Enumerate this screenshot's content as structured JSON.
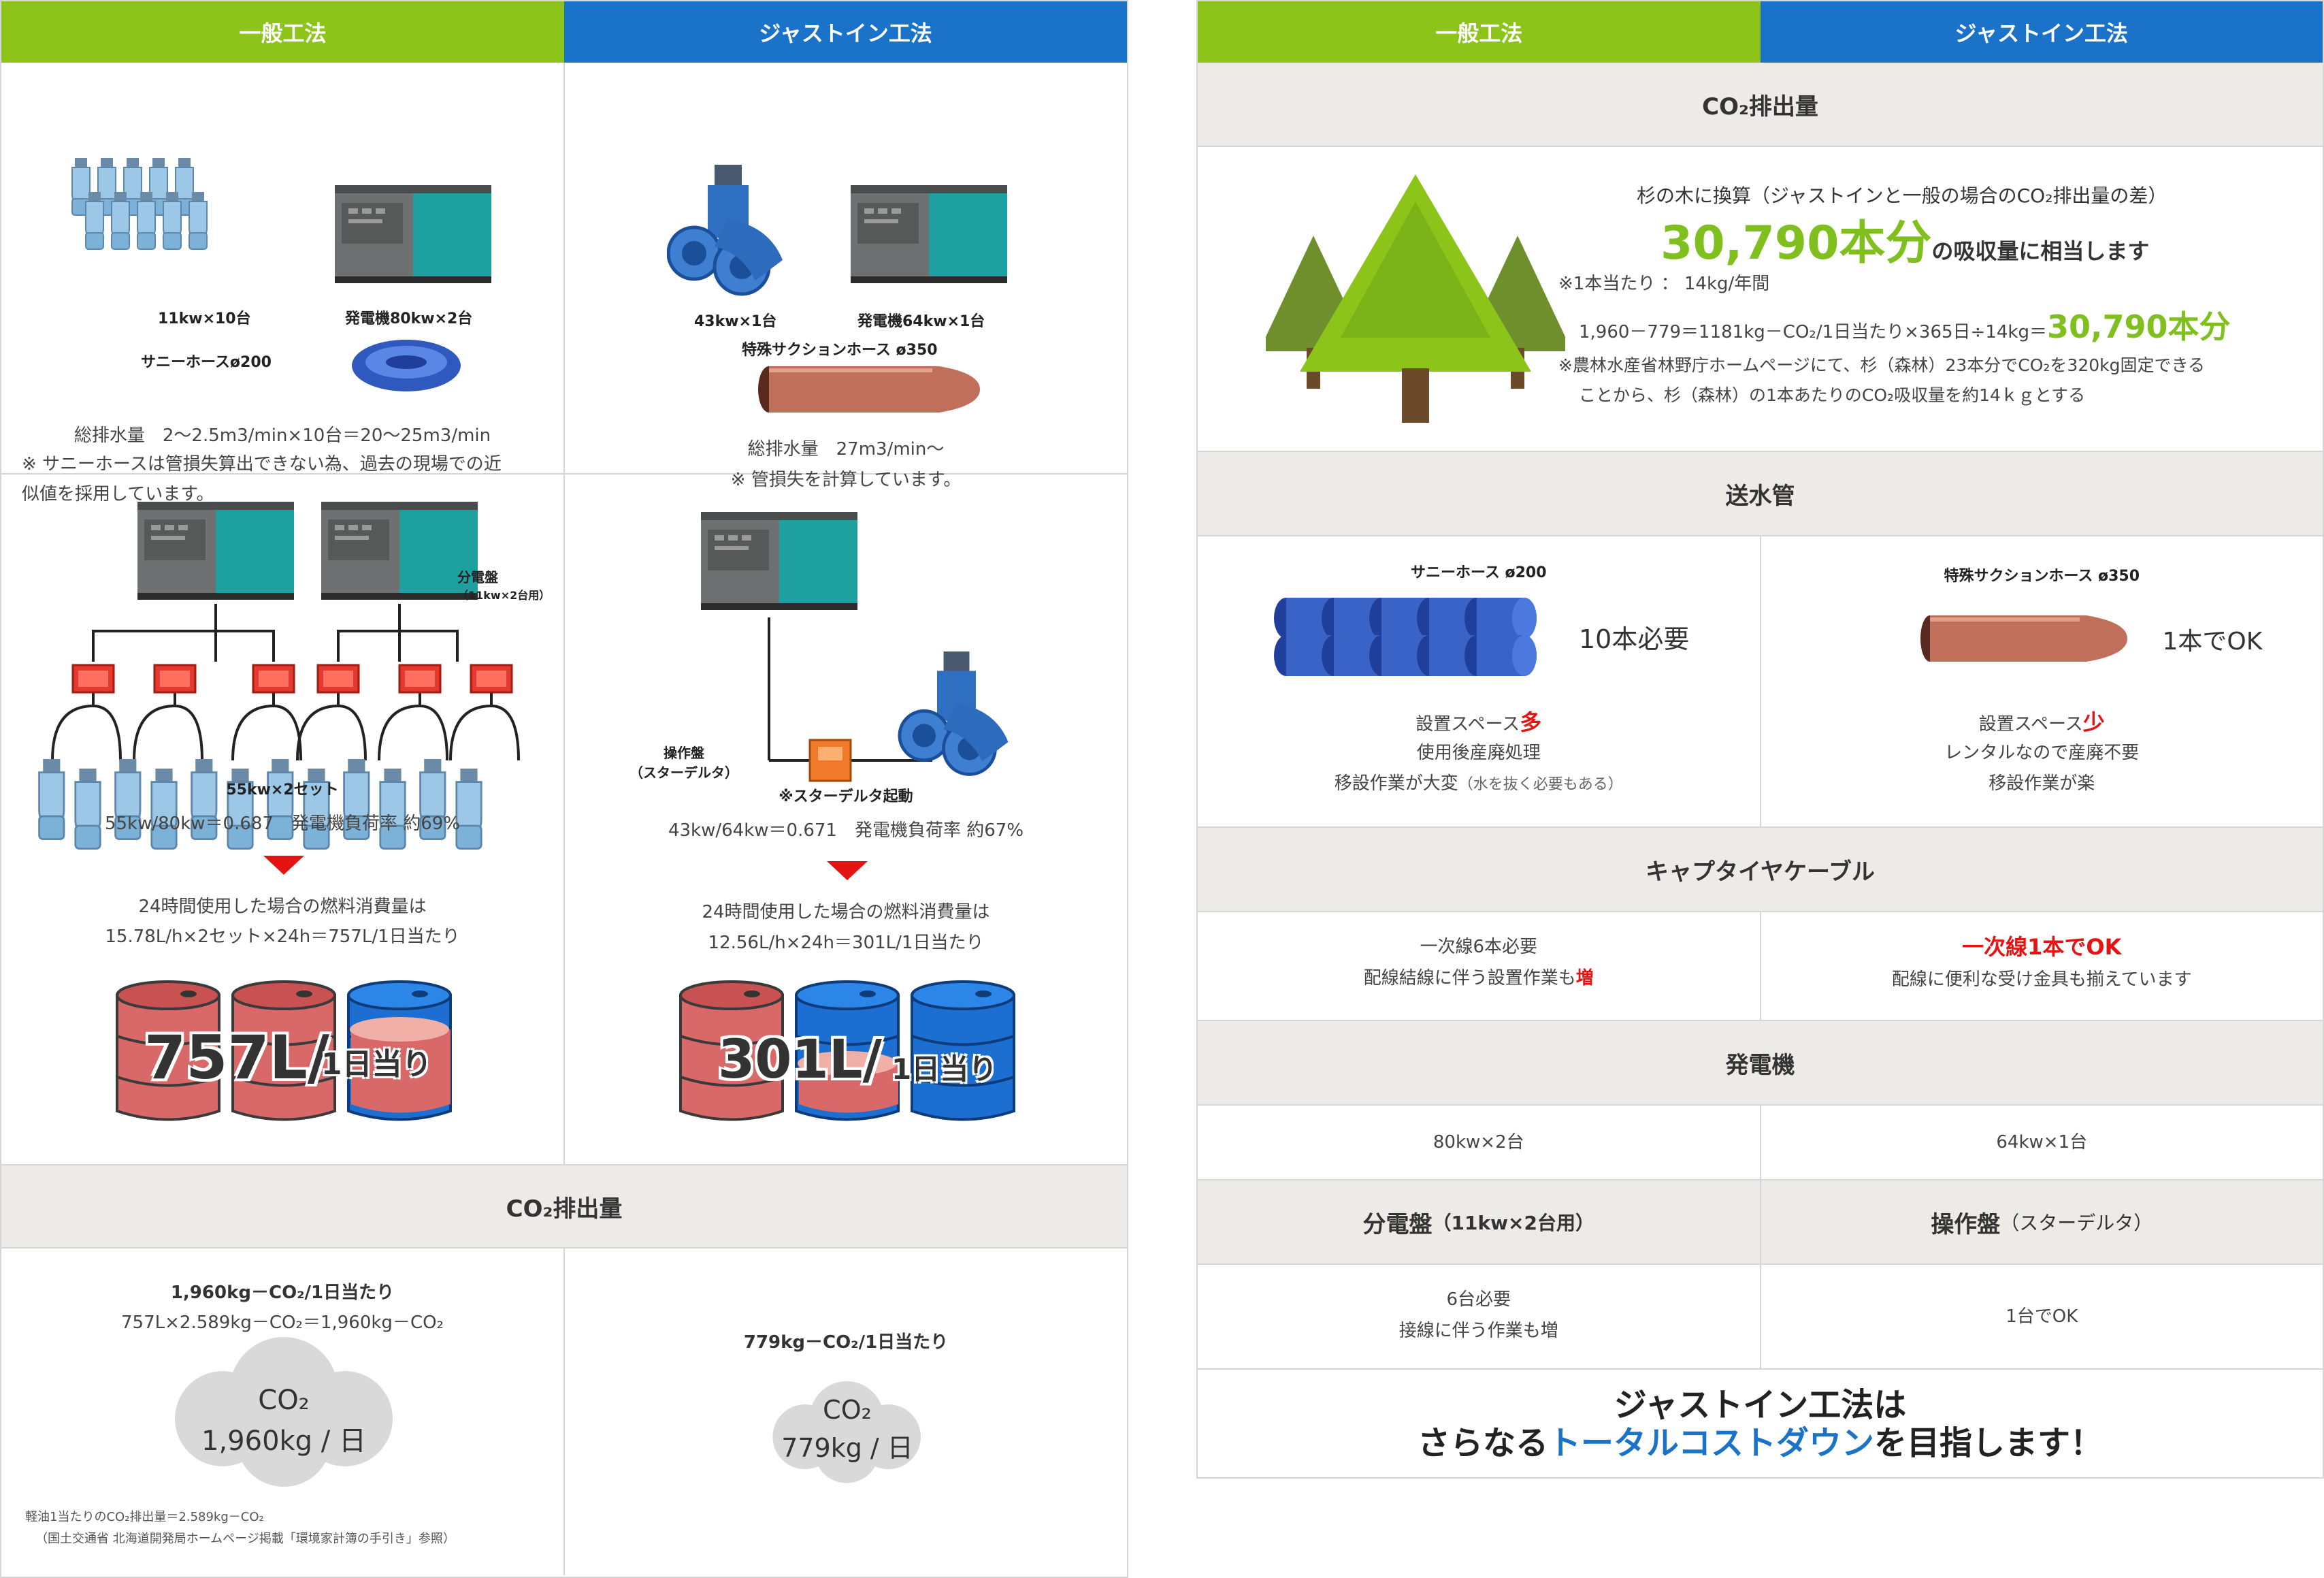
{
  "header": {
    "general": "一般工法",
    "justin": "ジャストイン工法"
  },
  "left": {
    "row1": {
      "general": {
        "pump_label": "11kw×10台",
        "gen_label": "発電機80kw×2台",
        "hose_label": "サニーホースø200",
        "note1": "総排水量　2〜2.5m3/min×10台＝20〜25m3/min",
        "note2": "※ サニーホースは管損失算出できない為、過去の現場での近",
        "note3": "似値を採用しています。"
      },
      "justin": {
        "pump_label": "43kw×1台",
        "gen_label": "発電機64kw×1台",
        "hose_label": "特殊サクションホース ø350",
        "note1": "総排水量　27m3/min〜",
        "note2": "※ 管損失を計算しています。"
      }
    },
    "row2": {
      "general": {
        "panel_label1": "分電盤",
        "panel_label2": "（11kw×2台用）",
        "set_label": "55kw×2セット",
        "ratio": "55kw/80kw＝0.687　発電機負荷率 約69%",
        "fuel1": "24時間使用した場合の燃料消費量は",
        "fuel2": "15.78L/h×2セット×24h＝757L/1日当たり",
        "big_amount": "757L/",
        "big_unit": "1日当り"
      },
      "justin": {
        "ctrl_label1": "操作盤",
        "ctrl_label2": "（スターデルタ）",
        "start_label": "※スターデルタ起動",
        "ratio": "43kw/64kw＝0.671　発電機負荷率 約67%",
        "fuel1": "24時間使用した場合の燃料消費量は",
        "fuel2": "12.56L/h×24h＝301L/1日当たり",
        "big_amount": "301L/",
        "big_unit": "1日当り"
      }
    },
    "co2_title": "CO₂排出量",
    "co2": {
      "general": {
        "line1": "1,960kg－CO₂/1日当たり",
        "line2": "757L×2.589kg－CO₂＝1,960kg－CO₂",
        "cloud1": "CO₂",
        "cloud2": "1,960kg / 日",
        "foot1": "軽油1当たりのCO₂排出量＝2.589kg－CO₂",
        "foot2": "（国土交通省 北海道開発局ホームページ掲載「環境家計簿の手引き」参照）"
      },
      "justin": {
        "line1": "779kg－CO₂/1日当たり",
        "cloud1": "CO₂",
        "cloud2": "779kg / 日"
      }
    }
  },
  "right": {
    "co2_title": "CO₂排出量",
    "tree": {
      "heading": "杉の木に換算（ジャストインと一般の場合のCO₂排出量の差）",
      "big": "30,790本分",
      "big_suffix": "の吸収量に相当します",
      "note1": "※1本当たり ： 14kg/年間",
      "calc": "1,960－779＝1181kg－CO₂/1日当たり×365日÷14kg＝",
      "calc_result": "30,790本分",
      "note2": "※農林水産省林野庁ホームページにて、杉（森林）23本分でCO₂を320kg固定できる",
      "note3": "ことから、杉（森林）の1本あたりのCO₂吸収量を約14ｋｇとする"
    },
    "pipe_title": "送水管",
    "pipe": {
      "general": {
        "title": "サニーホース ø200",
        "count": "10本必要",
        "space": "設置スペース",
        "space_mark": "多",
        "line2": "使用後産廃処理",
        "line3": "移設作業が大変",
        "line3_sm": "（水を抜く必要もある）"
      },
      "justin": {
        "title": "特殊サクションホース ø350",
        "count": "1本でOK",
        "space": "設置スペース",
        "space_mark": "少",
        "line2": "レンタルなので産廃不要",
        "line3": "移設作業が楽"
      }
    },
    "cable_title": "キャプタイヤケーブル",
    "cable": {
      "general1": "一次線6本必要",
      "general2": "配線結線に伴う設置作業も",
      "general2_mark": "増",
      "justin1": "一次線1本でOK",
      "justin2": "配線に便利な受け金具も揃えています"
    },
    "gen_title": "発電機",
    "gen": {
      "general": "80kw×2台",
      "justin": "64kw×1台"
    },
    "panel_row": {
      "general": "分電盤",
      "general_sub": "（11kw×2台用）",
      "justin": "操作盤",
      "justin_sub": "（スターデルタ）"
    },
    "panel_detail": {
      "general1": "6台必要",
      "general2": "接線に伴う作業も増",
      "justin": "1台でOK"
    },
    "closing1": "ジャストイン工法は",
    "closing2a": "さらなる",
    "closing2b": "トータルコストダウン",
    "closing2c": "を目指します！"
  },
  "colors": {
    "green": "#8cc41a",
    "blue": "#1a73c8",
    "red": "#e41414",
    "section_bg": "#ecebe8"
  }
}
